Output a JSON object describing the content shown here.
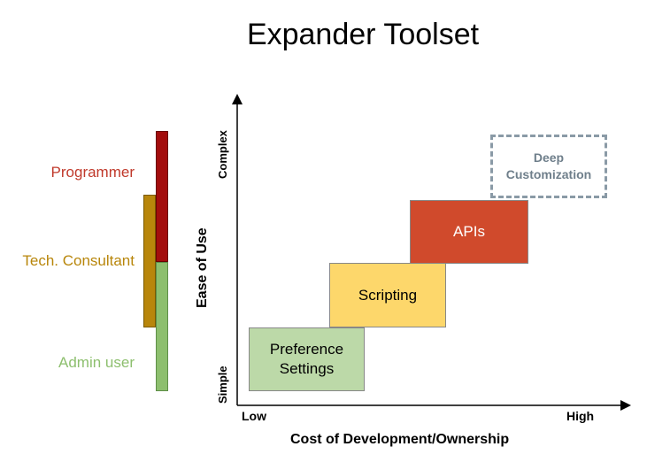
{
  "title": "Expander Toolset",
  "roles": {
    "programmer": "Programmer",
    "consultant": "Tech. Consultant",
    "admin": "Admin user"
  },
  "colors": {
    "programmer": "#c0392b",
    "consultant": "#b8860b",
    "admin": "#8dbf6e",
    "prefs_fill": "#bcd9a8",
    "scripting_fill": "#fdd76b",
    "apis_fill": "#d04a2c",
    "deep_border": "#8a9aa6",
    "deep_text": "#6f7f8b"
  },
  "y_axis": {
    "title": "Ease of Use",
    "top": "Complex",
    "bottom": "Simple"
  },
  "x_axis": {
    "title": "Cost of Development/Ownership",
    "low": "Low",
    "high": "High"
  },
  "boxes": {
    "prefs": "Preference Settings",
    "scripting": "Scripting",
    "apis": "APIs",
    "deep": "Deep Customization"
  }
}
